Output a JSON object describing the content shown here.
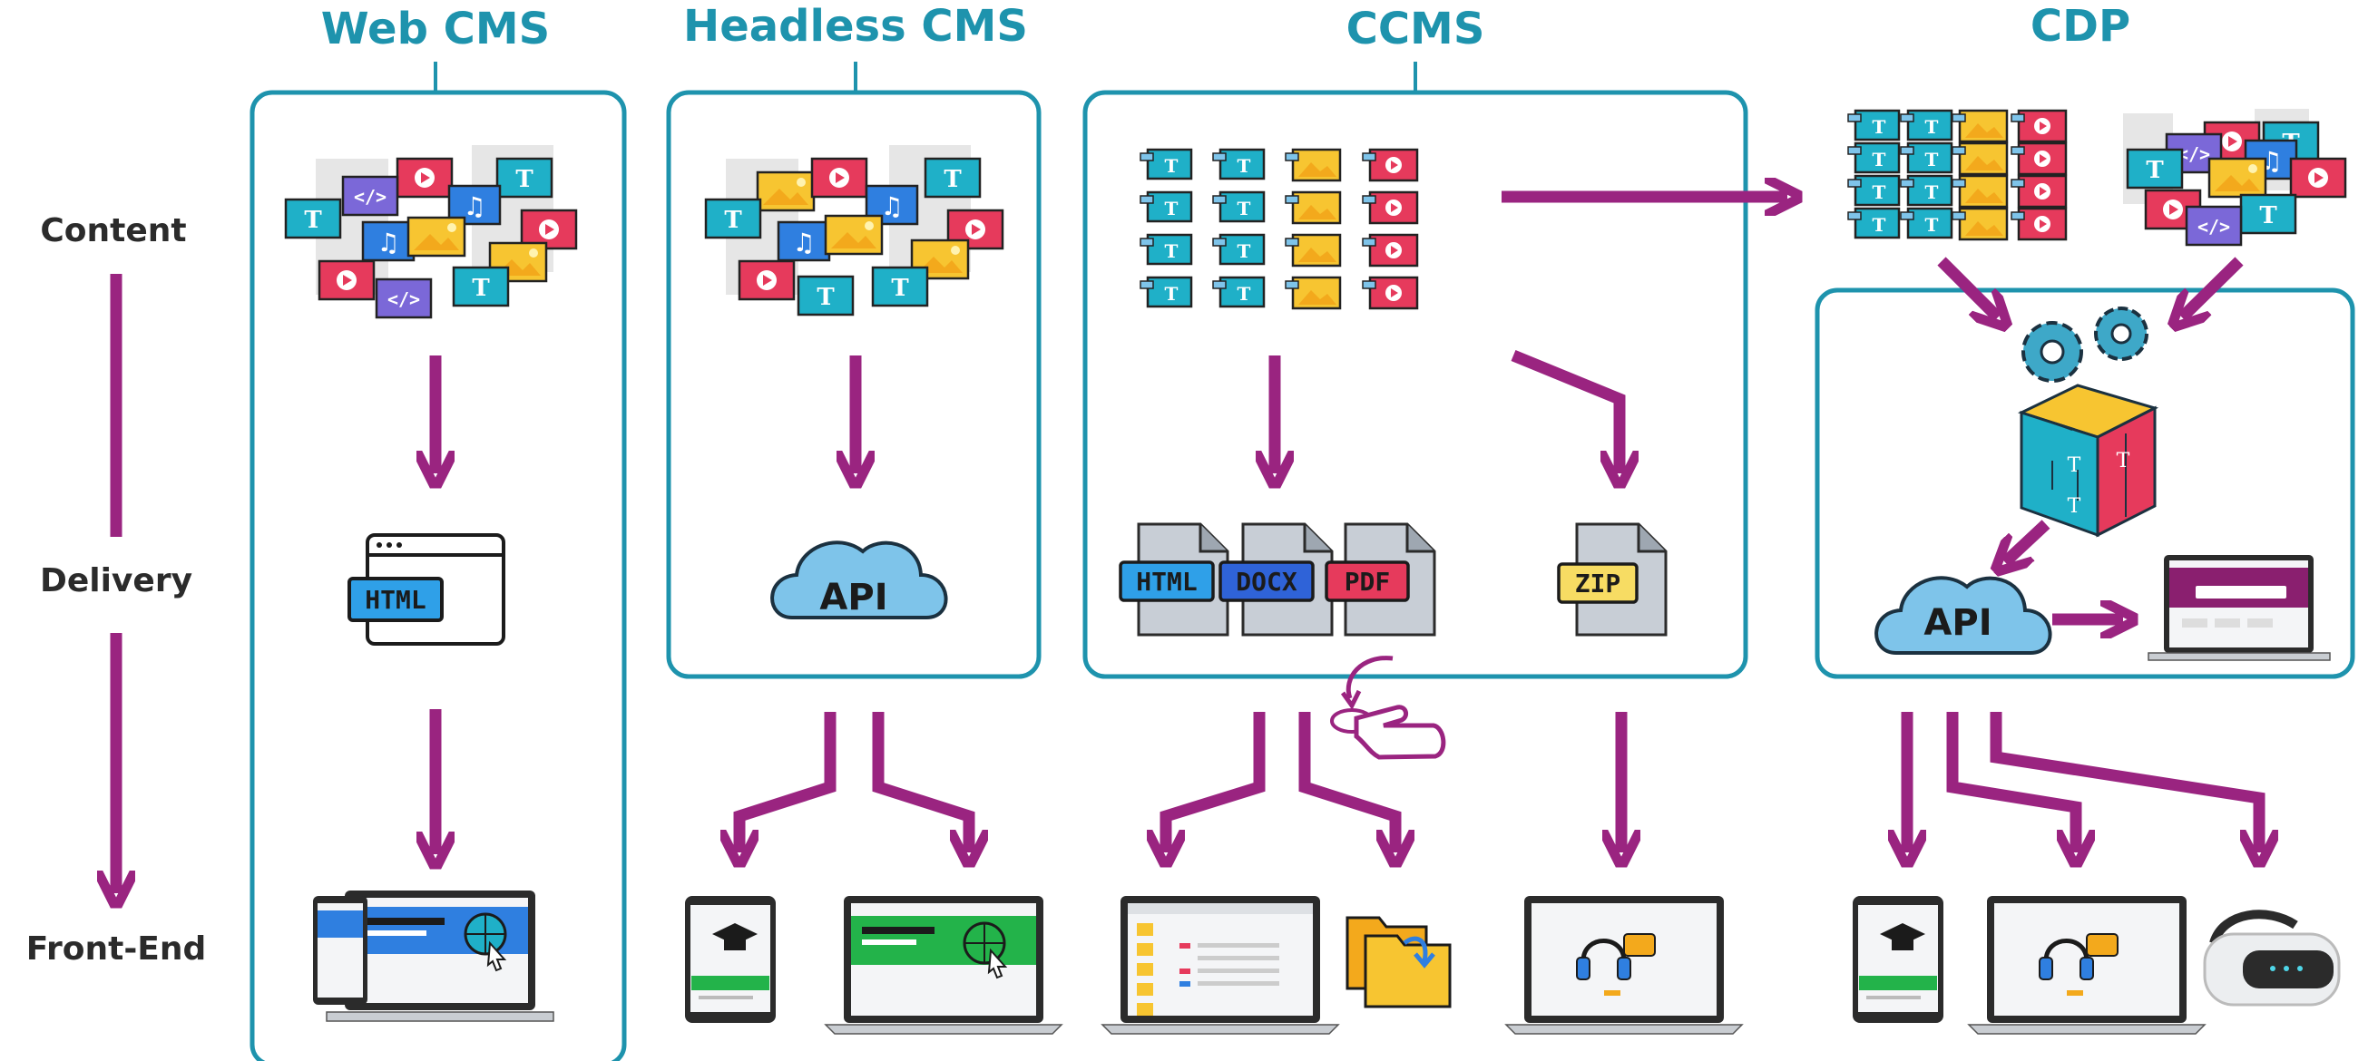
{
  "columns": {
    "web_cms": {
      "title": "Web CMS"
    },
    "headless_cms": {
      "title": "Headless CMS"
    },
    "ccms": {
      "title": "CCMS"
    },
    "cdp": {
      "title": "CDP"
    }
  },
  "rows": {
    "content": "Content",
    "delivery": "Delivery",
    "frontend": "Front-End"
  },
  "tags": {
    "html": "HTML",
    "docx": "DOCX",
    "pdf": "PDF",
    "zip": "ZIP",
    "api": "API",
    "text_tile": "T",
    "code_tile": "</>"
  },
  "colors": {
    "accent_teal": "#1e93ad",
    "arrow_purple": "#9a2480",
    "tile_teal": "#1fb0c8",
    "tile_red": "#e63a5c",
    "tile_yellow": "#f7c531",
    "tile_blue": "#2f7fe0",
    "tile_purple": "#7b68d8",
    "cloud_blue": "#7ec4ea"
  }
}
